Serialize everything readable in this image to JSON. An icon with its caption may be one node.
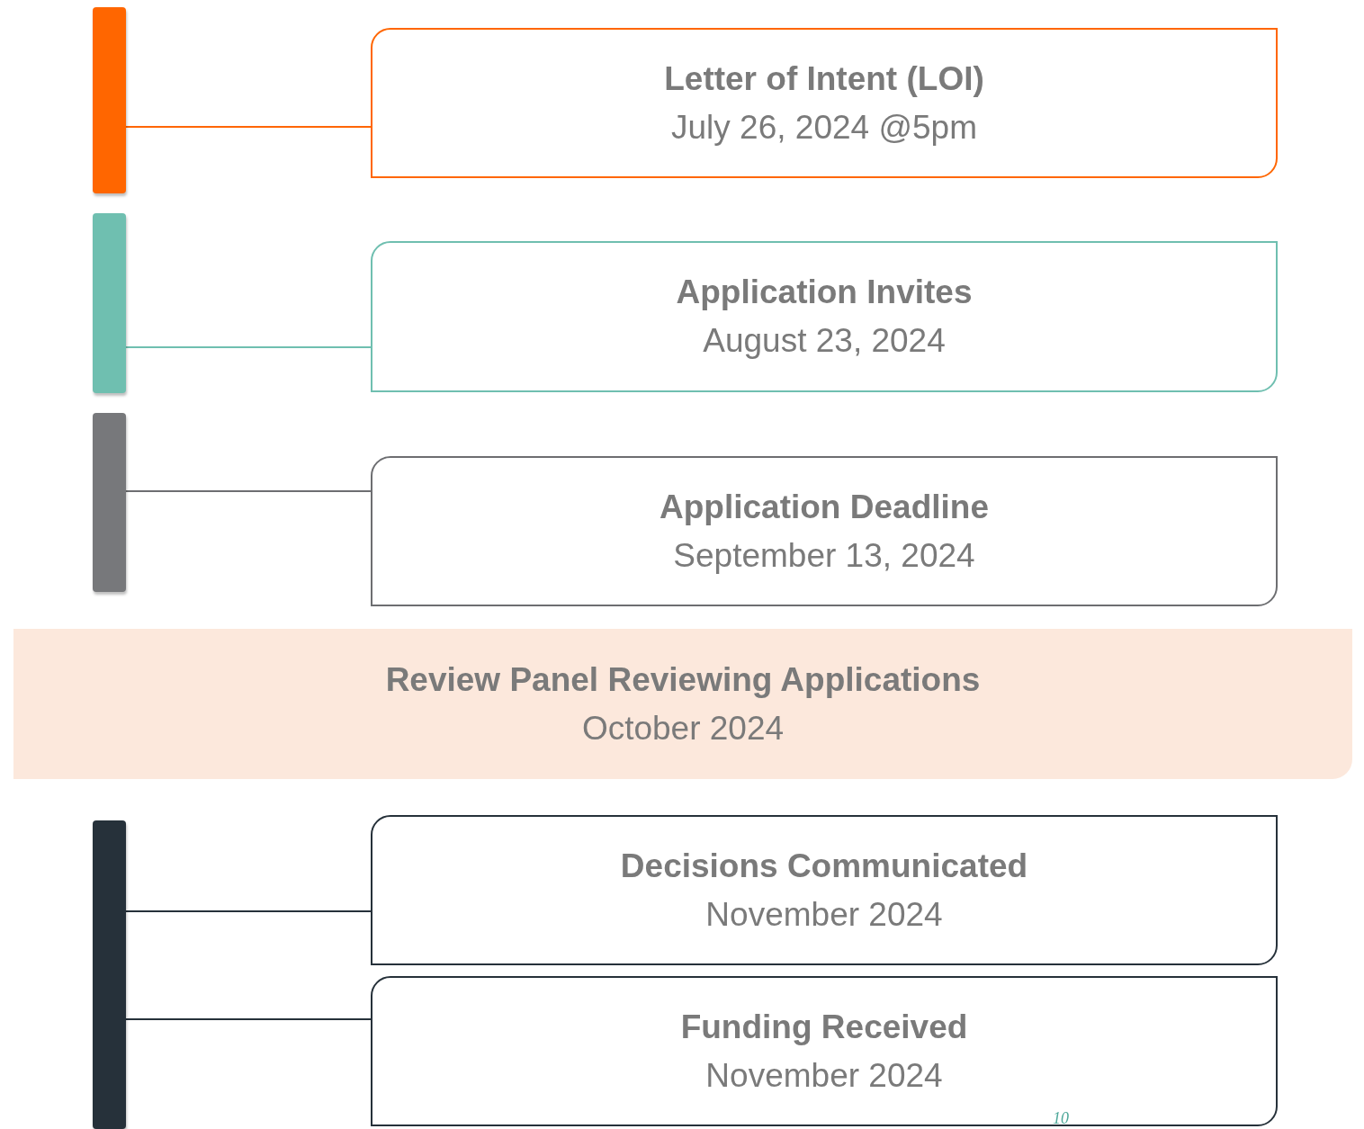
{
  "diagram": {
    "nodes": [
      {
        "text": [],
        "shape": "bar"
      },
      {
        "text": [
          "Letter of Intent (LOI)",
          "July 26, 2024 @5pm"
        ]
      },
      {
        "text": [],
        "shape": "bar"
      },
      {
        "text": [
          "Application Invites",
          "August 23, 2024"
        ]
      },
      {
        "text": [],
        "shape": "bar"
      },
      {
        "text": [
          "Application Deadline",
          "September 13, 2024"
        ]
      },
      {
        "text": [
          "Review Panel Reviewing Applications",
          "October 2024"
        ]
      },
      {
        "text": [],
        "shape": "bar"
      },
      {
        "text": [
          "Decisions Communicated",
          "November 2024"
        ]
      },
      {
        "text": [
          "Funding Received",
          "November 2024"
        ]
      }
    ],
    "edges": [
      {
        "from": 0,
        "to": 1,
        "arrow": "none",
        "color": "#ff6600"
      },
      {
        "from": 2,
        "to": 3,
        "arrow": "none",
        "color": "#6fbfb0"
      },
      {
        "from": 4,
        "to": 5,
        "arrow": "none",
        "color": "#6d6e71"
      },
      {
        "from": 7,
        "to": 8,
        "arrow": "none",
        "color": "#26313a"
      },
      {
        "from": 7,
        "to": 9,
        "arrow": "none",
        "color": "#26313a"
      }
    ],
    "labels": [
      "10"
    ]
  }
}
